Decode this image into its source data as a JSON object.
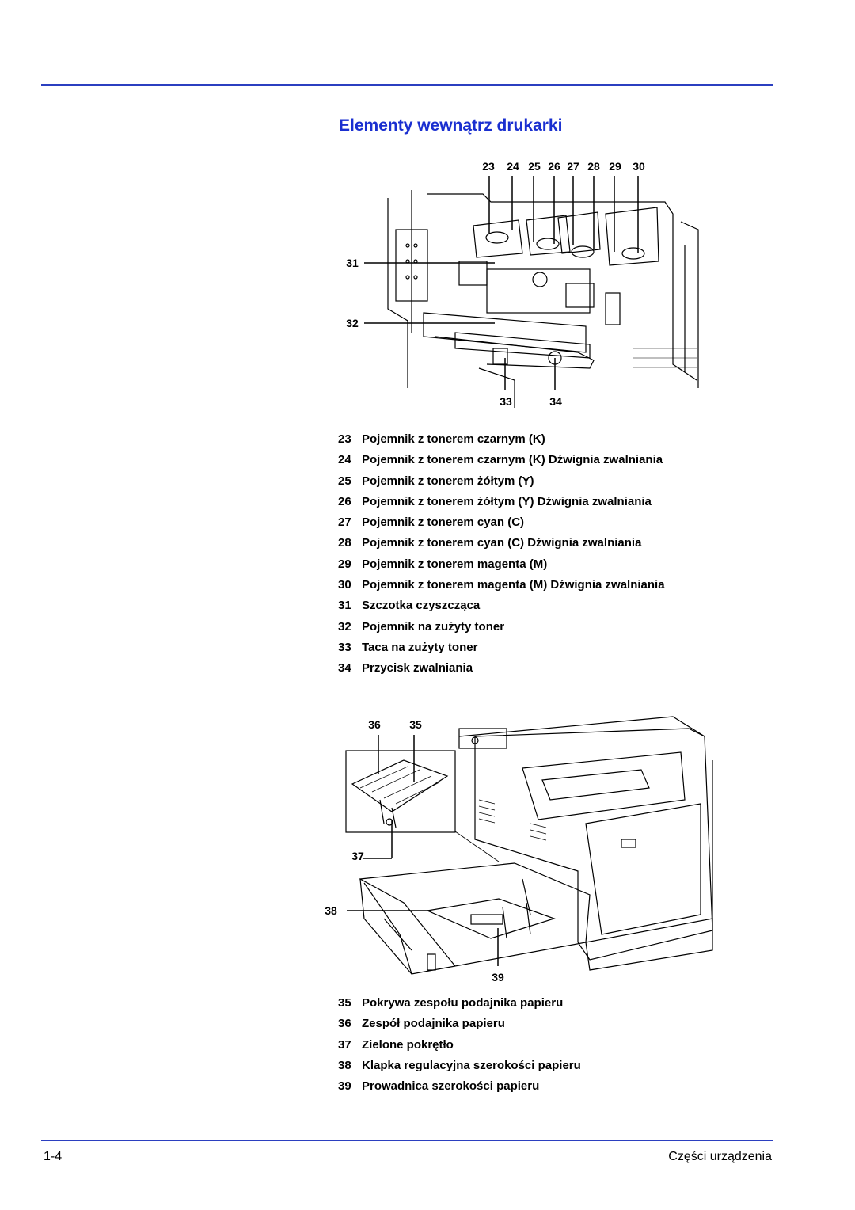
{
  "header": {
    "title": "Elementy wewnątrz drukarki"
  },
  "figure1": {
    "top_labels": [
      "23",
      "24",
      "25",
      "26",
      "27",
      "28",
      "29",
      "30"
    ],
    "left_labels": [
      "31",
      "32"
    ],
    "bottom_labels": [
      "33",
      "34"
    ]
  },
  "legend1": [
    {
      "num": "23",
      "text": "Pojemnik z tonerem czarnym (K)"
    },
    {
      "num": "24",
      "text": "Pojemnik z tonerem czarnym (K) Dźwignia zwalniania"
    },
    {
      "num": "25",
      "text": "Pojemnik z tonerem żółtym (Y)"
    },
    {
      "num": "26",
      "text": "Pojemnik z tonerem żółtym (Y) Dźwignia zwalniania"
    },
    {
      "num": "27",
      "text": "Pojemnik z tonerem cyan (C)"
    },
    {
      "num": "28",
      "text": "Pojemnik z tonerem cyan (C) Dźwignia zwalniania"
    },
    {
      "num": "29",
      "text": "Pojemnik z tonerem magenta (M)"
    },
    {
      "num": "30",
      "text": "Pojemnik z tonerem magenta (M) Dźwignia zwalniania"
    },
    {
      "num": "31",
      "text": "Szczotka czyszcząca"
    },
    {
      "num": "32",
      "text": "Pojemnik na zużyty toner"
    },
    {
      "num": "33",
      "text": "Taca na zużyty toner"
    },
    {
      "num": "34",
      "text": "Przycisk zwalniania"
    }
  ],
  "figure2": {
    "labels": [
      "36",
      "35",
      "37",
      "38",
      "39"
    ]
  },
  "legend2": [
    {
      "num": "35",
      "text": "Pokrywa zespołu podajnika papieru"
    },
    {
      "num": "36",
      "text": "Zespół podajnika papieru"
    },
    {
      "num": "37",
      "text": "Zielone pokrętło"
    },
    {
      "num": "38",
      "text": "Klapka regulacyjna szerokości papieru"
    },
    {
      "num": "39",
      "text": "Prowadnica szerokości papieru"
    }
  ],
  "footer": {
    "page_number": "1-4",
    "section": "Części urządzenia"
  }
}
